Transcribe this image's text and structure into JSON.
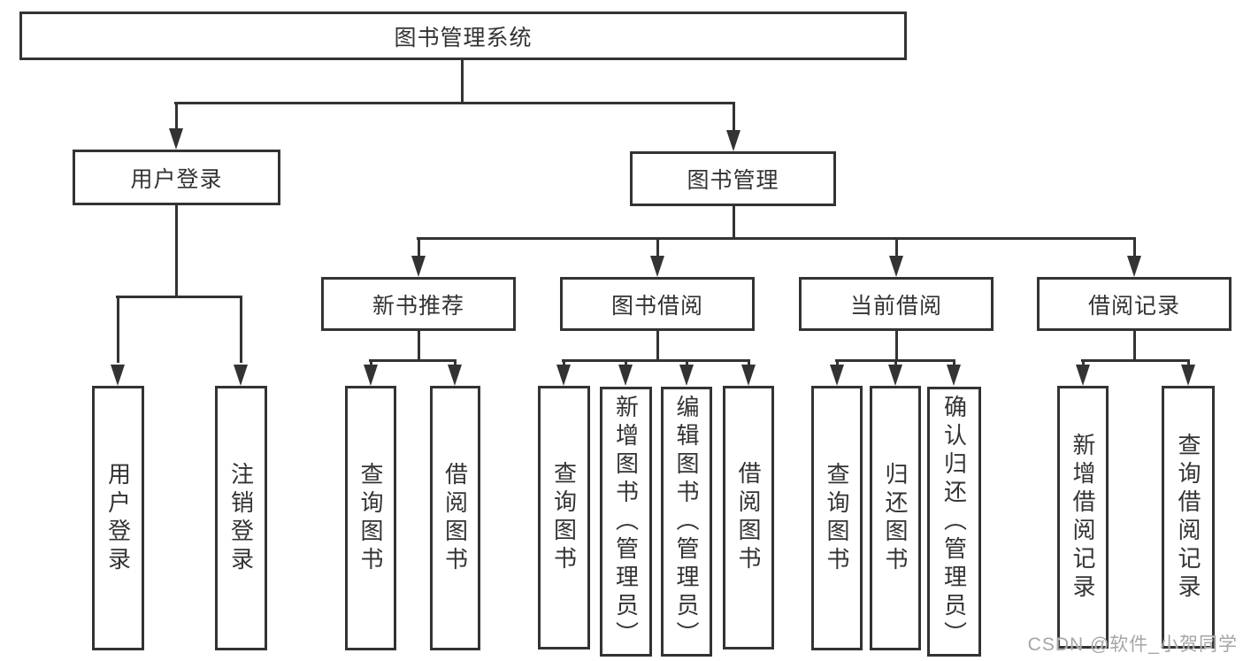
{
  "colors": {
    "line": "#333333",
    "text": "#333333",
    "background": "#ffffff",
    "watermark": "#a6a6a6"
  },
  "watermark": {
    "text": "CSDN @软件_小贺同学"
  },
  "tree": {
    "root": {
      "label": "图书管理系统",
      "children": [
        {
          "label": "用户登录",
          "children": [
            {
              "label": "用户登录"
            },
            {
              "label": "注销登录"
            }
          ]
        },
        {
          "label": "图书管理",
          "children": [
            {
              "label": "新书推荐",
              "children": [
                {
                  "label": "查询图书"
                },
                {
                  "label": "借阅图书"
                }
              ]
            },
            {
              "label": "图书借阅",
              "children": [
                {
                  "label": "查询图书"
                },
                {
                  "label": "新增图书（管理员）"
                },
                {
                  "label": "编辑图书（管理员）"
                },
                {
                  "label": "借阅图书"
                }
              ]
            },
            {
              "label": "当前借阅",
              "children": [
                {
                  "label": "查询图书"
                },
                {
                  "label": "归还图书"
                },
                {
                  "label": "确认归还（管理员）"
                }
              ]
            },
            {
              "label": "借阅记录",
              "children": [
                {
                  "label": "新增借阅记录"
                },
                {
                  "label": "查询借阅记录"
                }
              ]
            }
          ]
        }
      ]
    }
  }
}
